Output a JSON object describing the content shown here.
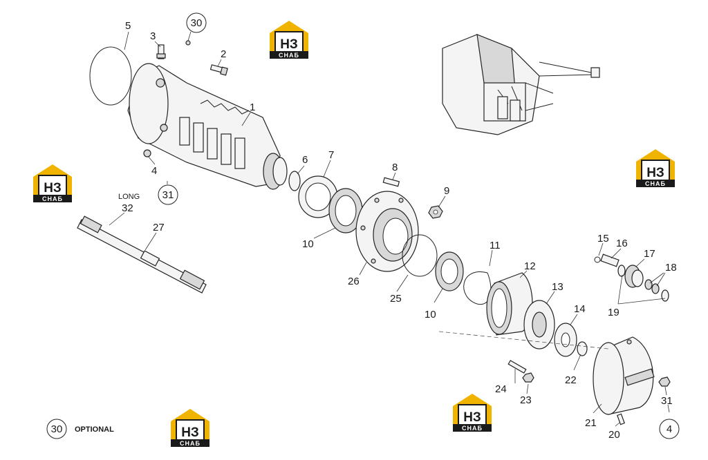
{
  "labels": {
    "l1": "1",
    "l2": "2",
    "l3": "3",
    "l4": "4",
    "l5": "5",
    "l6": "6",
    "l7": "7",
    "l8": "8",
    "l9": "9",
    "l10a": "10",
    "l10b": "10",
    "l10c": "10",
    "l11": "11",
    "l12": "12",
    "l13": "13",
    "l14": "14",
    "l15": "15",
    "l16": "16",
    "l17": "17",
    "l18": "18",
    "l19": "19",
    "l20": "20",
    "l21": "21",
    "l22": "22",
    "l23": "23",
    "l24": "24",
    "l25": "25",
    "l26": "26",
    "l27": "27",
    "l31": "31",
    "l32": "32"
  },
  "circled": {
    "c30_top": "30",
    "c31_left": "31",
    "c30_legend": "30",
    "c4_right": "4"
  },
  "annotations": {
    "long": "LONG",
    "optional": "OPTIONAL"
  },
  "watermark": {
    "big": "НЗ",
    "sub": "СНАБ"
  },
  "colors": {
    "logo_accent": "#f0b400",
    "logo_dark": "#1a1a1a",
    "line": "#222222"
  }
}
